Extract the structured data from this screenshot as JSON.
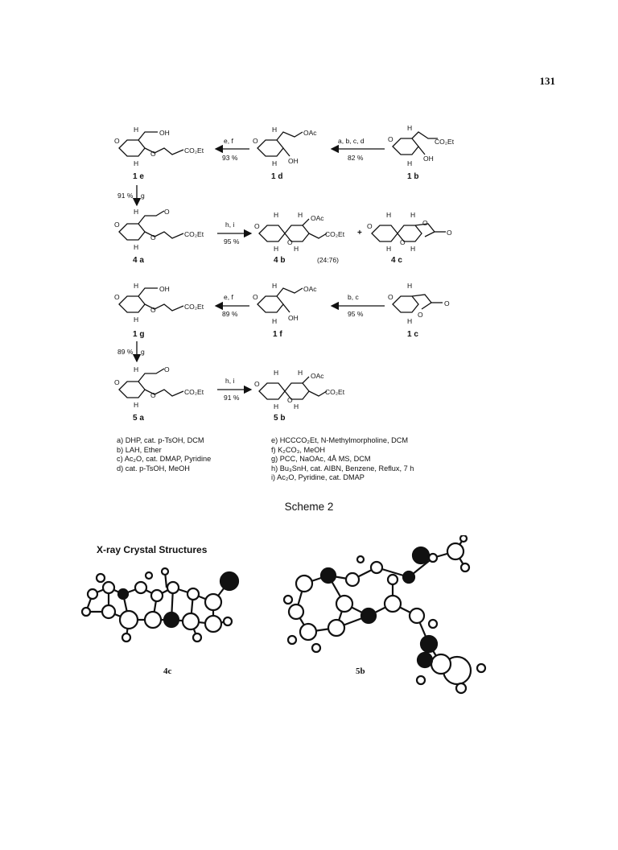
{
  "page_number": "131",
  "compounds": {
    "c1e": "1 e",
    "c1d": "1 d",
    "c1b": "1 b",
    "c4a": "4 a",
    "c4b": "4 b",
    "c4c": "4 c",
    "c1g": "1 g",
    "c1f": "1 f",
    "c1c": "1 c",
    "c5a": "5 a",
    "c5b": "5 b"
  },
  "arrows": {
    "r1_left": {
      "reagents": "e, f",
      "yield": "93 %"
    },
    "r1_right": {
      "reagents": "a, b, c, d",
      "yield": "82 %"
    },
    "down1": {
      "reagents": "g",
      "yield": "91 %"
    },
    "r2": {
      "reagents": "h, i",
      "yield": "95 %"
    },
    "ratio": "(24:76)",
    "plus": "+",
    "r3_left": {
      "reagents": "e, f",
      "yield": "89 %"
    },
    "r3_right": {
      "reagents": "b, c",
      "yield": "95 %"
    },
    "down2": {
      "reagents": "g",
      "yield": "89 %"
    },
    "r4": {
      "reagents": "h, i",
      "yield": "91 %"
    }
  },
  "atoms": {
    "H": "H",
    "OH": "OH",
    "OAc": "OAc",
    "O": "O",
    "CO2Et": "CO₂Et",
    "O_carbonyl": "O"
  },
  "conditions_left": [
    "a) DHP, cat. p-TsOH, DCM",
    "b) LAH, Ether",
    "c) Ac₂O, cat. DMAP, Pyridine",
    "d) cat. p-TsOH, MeOH"
  ],
  "conditions_right": [
    "e) HCCCO₂Et, N-Methylmorpholine, DCM",
    "f) K₂CO₃, MeOH",
    "g) PCC, NaOAc, 4Å MS, DCM",
    "h) Bu₃SnH, cat. AIBN, Benzene, Reflux, 7 h",
    "i) Ac₂O, Pyridine, cat. DMAP"
  ],
  "caption": "Scheme 2",
  "xray": {
    "title": "X-ray Crystal Structures",
    "label_4c": "4c",
    "label_5b": "5b"
  }
}
